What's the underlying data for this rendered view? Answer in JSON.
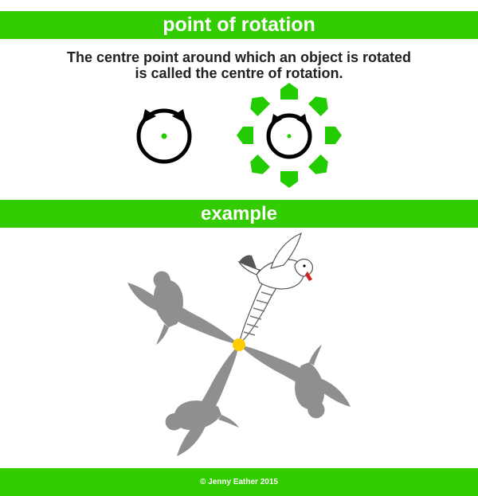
{
  "header": {
    "title": "point of rotation"
  },
  "definition": {
    "line1": "The centre point around which an object is rotated",
    "line2": "is called the centre of rotation."
  },
  "example_section": {
    "title": "example"
  },
  "footer": {
    "copyright": "© Jenny Eather 2015"
  },
  "colors": {
    "banner": "#33cc00",
    "arrow_shapes": "#22cc00",
    "centre_dot": "#22cc00",
    "rotation_point": "#ffcc00",
    "bird_shadow": "#8f8f8f",
    "beak": "#cc2222"
  }
}
